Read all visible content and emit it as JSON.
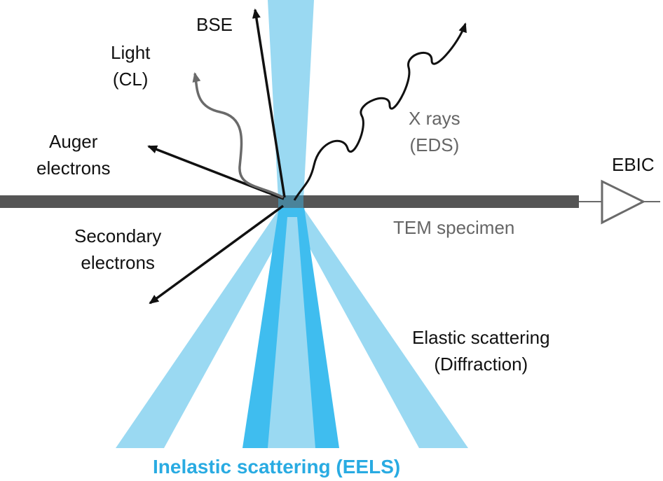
{
  "colors": {
    "beam_light": "#9ad9f2",
    "beam_dark": "#3fbdef",
    "specimen": "#555555",
    "arrow_black": "#111111",
    "arrow_grey": "#6a6a6a",
    "eels_text": "#29abe2"
  },
  "labels": {
    "bse": "BSE",
    "light_line1": "Light",
    "light_line2": "(CL)",
    "auger_line1": "Auger",
    "auger_line2": "electrons",
    "xrays_line1": "X rays",
    "xrays_line2": "(EDS)",
    "ebic": "EBIC",
    "specimen": "TEM specimen",
    "secondary_line1": "Secondary",
    "secondary_line2": "electrons",
    "elastic_line1": "Elastic scattering",
    "elastic_line2": "(Diffraction)",
    "inelastic": "Inelastic scattering (EELS)"
  },
  "icons": {
    "amplifier": "triangle-amplifier-icon"
  }
}
